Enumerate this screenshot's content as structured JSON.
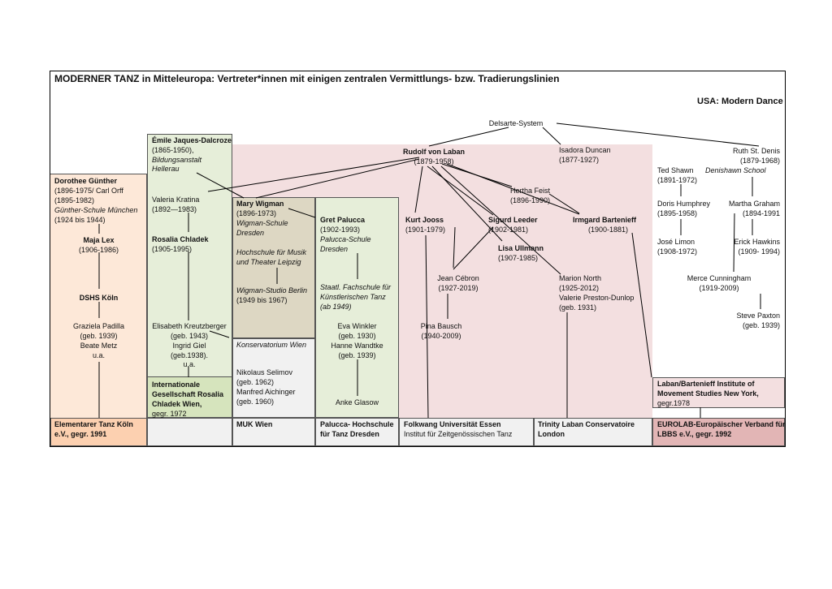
{
  "title": "MODERNER TANZ in Mitteleuropa: Vertreter*innen mit einigen zentralen Vermittlungs- bzw. Tradierungslinien",
  "usa_heading": "USA: Modern Dance",
  "colors": {
    "pink": "#f3dfe0",
    "orange": "#fde8d8",
    "green": "#e6eed9",
    "beige": "#ddd7c3",
    "grey": "#f1f1f1",
    "orange_foot": "#fcd0b0",
    "green_foot": "#d6e4bd",
    "red_foot": "#e2b5b5",
    "laban_institute": "#f3dfe0"
  },
  "nodes": {
    "delsarte": "Delsarte-System",
    "laban": {
      "name": "Rudolf von Laban",
      "years": "(1879-1958)"
    },
    "duncan": {
      "name": "Isadora Duncan",
      "years": "(1877-1927)"
    },
    "stdenis": {
      "name": "Ruth St. Denis",
      "years": "(1879-1968)"
    },
    "shawn": {
      "name": "Ted Shawn",
      "years": "(1891-1972)"
    },
    "denishawn": "Denishawn School",
    "humphrey": {
      "name": "Doris Humphrey",
      "years": "(1895-1958)"
    },
    "graham": {
      "name": "Martha Graham",
      "years": "(1894-1991"
    },
    "limon": {
      "name": "José Limon",
      "years": "(1908-1972)"
    },
    "hawkins": {
      "name": "Erick Hawkins",
      "years": "(1909- 1994)"
    },
    "cunningham": {
      "name": "Merce Cunningham",
      "years": "(1919-2009)"
    },
    "paxton": {
      "name": "Steve Paxton",
      "years": "(geb. 1939)"
    },
    "dalcroze": {
      "name": "Émile Jaques-Dalcroze",
      "years": "(1865-1950),",
      "school1": "Bildungsanstalt",
      "school2": "Hellerau"
    },
    "guenther": {
      "name": "Dorothee Günther",
      "line1": "(1896-1975/ Carl Orff",
      "line2": "(1895-1982)",
      "school": "Günther-Schule München",
      "dates": "(1924 bis 1944)"
    },
    "lex": {
      "name": "Maja Lex",
      "years": "(1906-1986)"
    },
    "dshs": "DSHS Köln",
    "padilla": {
      "name": "Graziela Padilla",
      "years": "(geb. 1939)",
      "metz": "Beate Metz",
      "ua": "u.a."
    },
    "kratina": {
      "name": "Valeria Kratina",
      "years": "(1892—1983)"
    },
    "chladek": {
      "name": "Rosalia Chladek",
      "years": "(1905-1995)"
    },
    "kreutzberger": {
      "name": "Elisabeth Kreutzberger",
      "years": "(geb. 1943)",
      "giel": "Ingrid Giel",
      "giel_years": "(geb.1938).",
      "ua": "u.a."
    },
    "wigman": {
      "name": "Mary Wigman",
      "years": "(1896-1973)",
      "school1": "Wigman-Schule",
      "school2": "Dresden",
      "hs1": "Hochschule für Musik",
      "hs2": "und Theater Leipzig",
      "studio1": "Wigman-Studio Berlin",
      "studio2": "(1949 bis 1967)"
    },
    "konservatorium": "Konservatorium Wien",
    "selimov": {
      "name": "Nikolaus Selimov",
      "years": "(geb. 1962)",
      "aichinger": "Manfred Aichinger",
      "aichinger_years": "(geb. 1960)"
    },
    "palucca": {
      "name": "Gret Palucca",
      "years": "(1902-1993)",
      "school1": "Palucca-Schule",
      "school2": "Dresden",
      "fach1": "Staatl. Fachschule für",
      "fach2": "Künstlerischen Tanz",
      "fach3": "(ab 1949)"
    },
    "winkler": {
      "name": "Eva Winkler",
      "years": "(geb. 1930)",
      "wandtke": "Hanne Wandtke",
      "wandtke_years": "(geb. 1939)"
    },
    "glasow": "Anke Glasow",
    "jooss": {
      "name": "Kurt Jooss",
      "years": "(1901-1979)"
    },
    "leeder": {
      "name": "Sigurd Leeder",
      "years": "(1902-1981)"
    },
    "feist": {
      "name": "Hertha Feist",
      "years": "(1896-1990)"
    },
    "bartenieff": {
      "name": "Irmgard Bartenieff",
      "years": "(1900-1881)"
    },
    "ullmann": {
      "name": "Lisa Ullmann",
      "years": "(1907-1985)"
    },
    "cebron": {
      "name": "Jean Cébron",
      "years": "(1927-2019)"
    },
    "north": {
      "name": "Marion North",
      "years": "(1925-2012)",
      "preston": "Valerie Preston-Dunlop",
      "preston_years": "(geb. 1931)"
    },
    "bausch": {
      "name": "Pina Bausch",
      "years": "(1940-2009)"
    },
    "laban_institute": {
      "line1": "Laban/Bartenieff Institute of",
      "line2": "Movement Studies New York,",
      "line3": "gegr.1978"
    },
    "igrcw": {
      "line1": "Internationale",
      "line2": "Gesellschaft Rosalia",
      "line3": "Chladek Wien,",
      "line4": "gegr. 1972"
    }
  },
  "footer": {
    "koeln": {
      "line1": "Elementarer Tanz Köln",
      "line2": "e.V., gegr. 1991"
    },
    "muk": "MUK Wien",
    "palucca_hs": {
      "line1": "Palucca- Hochschule",
      "line2": "für Tanz Dresden"
    },
    "folkwang": {
      "line1": "Folkwang Universität Essen",
      "line2": "Institut für Zeitgenössischen Tanz"
    },
    "trinity": {
      "line1": "Trinity Laban Conservatoire",
      "line2": "London"
    },
    "eurolab": {
      "line1": "EUROLAB-Europäischer Verband für",
      "line2": "LBBS e.V., gegr. 1992"
    }
  }
}
